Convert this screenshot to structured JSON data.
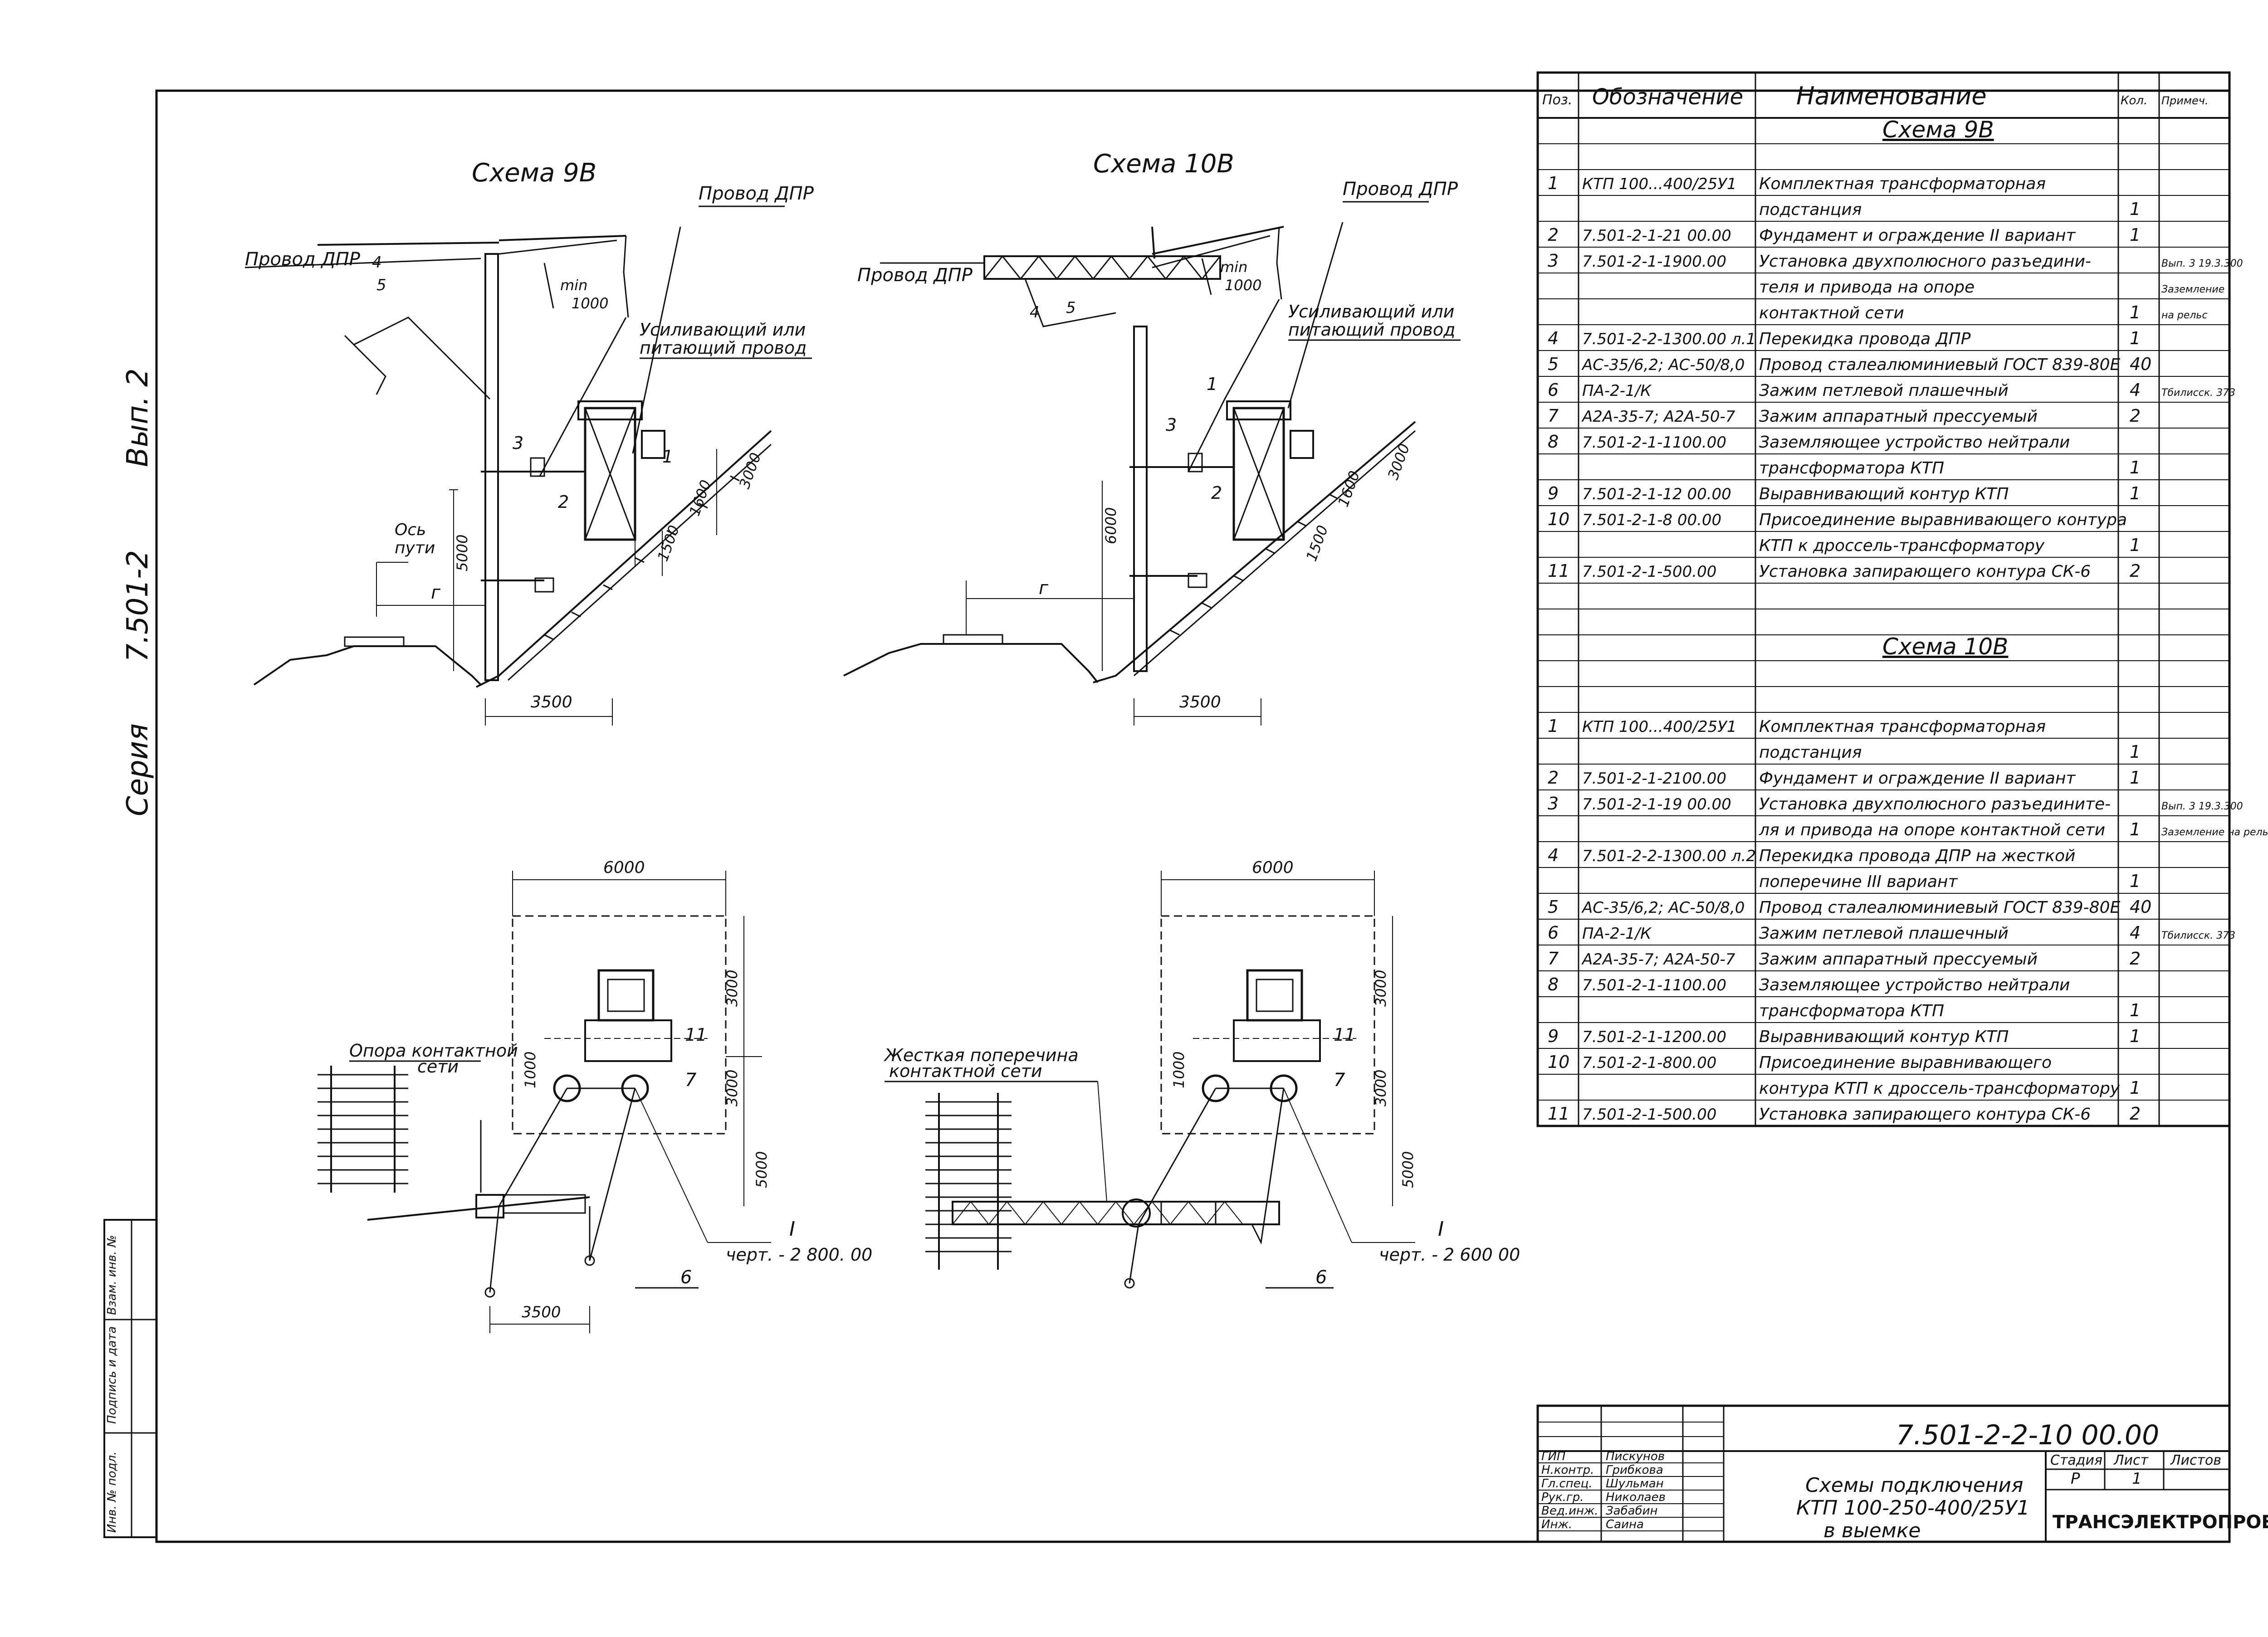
{
  "margin": {
    "series": "Серия",
    "series_no": "7.501-2",
    "issue": "Вып. 2"
  },
  "stamp_left": {
    "c1": "Инв. № подл.",
    "c2": "Подпись и дата",
    "c3": "Взам. инв. №"
  },
  "scheme9": {
    "title": "Схема 9В",
    "wire_dpr": "Провод ДПР",
    "wire_dpr_left": "Провод ДПР",
    "feeder_l1": "Усиливающий или",
    "feeder_l2": "питающий провод",
    "min_label": "min",
    "dim_1000": "1000",
    "track_axis_l1": "Ось",
    "track_axis_l2": "пути",
    "r": "г",
    "dim_3500": "3500",
    "dim_5000": "5000",
    "dim_1500": "1500",
    "dim_1600": "1600",
    "dim_3000": "3000",
    "n1": "1",
    "n2": "2",
    "n3": "3",
    "n4": "4",
    "n5": "5"
  },
  "scheme10": {
    "title": "Схема 10В",
    "wire_dpr": "Провод ДПР",
    "wire_dpr_left": "Провод ДПР",
    "feeder_l1": "Усиливающий или",
    "feeder_l2": "питающий провод",
    "min_label": "min",
    "dim_1000": "1000",
    "r": "г",
    "dim_3500": "3500",
    "dim_6000": "6000",
    "dim_1500": "1500",
    "dim_1600": "1600",
    "dim_3000": "3000",
    "n1": "1",
    "n2": "2",
    "n3": "3",
    "n4": "4",
    "n5": "5"
  },
  "plan9": {
    "dim_6000": "6000",
    "dim_3000a": "3000",
    "dim_3000b": "3000",
    "dim_5000": "5000",
    "dim_1000": "1000",
    "dim_3500": "3500",
    "support_l1": "Опора контактной",
    "support_l2": "сети",
    "n7": "7",
    "n11": "11",
    "n6": "6",
    "ref_roman": "I",
    "ref_drawing": "черт. - 2 800. 00"
  },
  "plan10": {
    "dim_6000": "6000",
    "dim_3000a": "3000",
    "dim_3000b": "3000",
    "dim_5000": "5000",
    "dim_1000": "1000",
    "beam_l1": "Жесткая поперечина",
    "beam_l2": "контактной сети",
    "n7": "7",
    "n11": "11",
    "n6": "6",
    "ref_roman": "I",
    "ref_drawing": "черт. - 2 600 00"
  },
  "spec": {
    "headers": {
      "pos": "Поз.",
      "code": "Обозначение",
      "name": "Наименование",
      "qty": "Кол.",
      "note": "Примеч."
    },
    "section9": "Схема 9В",
    "section10": "Схема 10В",
    "rows9": [
      {
        "pos": "1",
        "code": "КТП 100...400/25У1",
        "name": "Комплектная трансформаторная",
        "qty": "",
        "note": ""
      },
      {
        "pos": "",
        "code": "",
        "name": "подстанция",
        "qty": "1",
        "note": ""
      },
      {
        "pos": "2",
        "code": "7.501-2-1-21 00.00",
        "name": "Фундамент и ограждение II вариант",
        "qty": "1",
        "note": ""
      },
      {
        "pos": "3",
        "code": "7.501-2-1-1900.00",
        "name": "Установка двухполюсного разъедини-",
        "qty": "",
        "note": "Вып. 3 19.3.300"
      },
      {
        "pos": "",
        "code": "",
        "name": "теля и привода на опоре",
        "qty": "",
        "note": "Заземление"
      },
      {
        "pos": "",
        "code": "",
        "name": "контактной сети",
        "qty": "1",
        "note": "на рельс"
      },
      {
        "pos": "4",
        "code": "7.501-2-2-1300.00 л.1",
        "name": "Перекидка провода ДПР",
        "qty": "1",
        "note": ""
      },
      {
        "pos": "5",
        "code": "АС-35/6,2; АС-50/8,0",
        "name": "Провод сталеалюминиевый ГОСТ 839-80Е",
        "qty": "40",
        "note": ""
      },
      {
        "pos": "6",
        "code": "ПА-2-1/К",
        "name": "Зажим петлевой плашечный",
        "qty": "4",
        "note": "Тбилисск. 373"
      },
      {
        "pos": "7",
        "code": "А2А-35-7; А2А-50-7",
        "name": "Зажим аппаратный прессуемый",
        "qty": "2",
        "note": ""
      },
      {
        "pos": "8",
        "code": "7.501-2-1-1100.00",
        "name": "Заземляющее устройство нейтрали",
        "qty": "",
        "note": ""
      },
      {
        "pos": "",
        "code": "",
        "name": "трансформатора КТП",
        "qty": "1",
        "note": ""
      },
      {
        "pos": "9",
        "code": "7.501-2-1-12 00.00",
        "name": "Выравнивающий контур КТП",
        "qty": "1",
        "note": ""
      },
      {
        "pos": "10",
        "code": "7.501-2-1-8 00.00",
        "name": "Присоединение выравнивающего контура",
        "qty": "",
        "note": ""
      },
      {
        "pos": "",
        "code": "",
        "name": "КТП к дроссель-трансформатору",
        "qty": "1",
        "note": ""
      },
      {
        "pos": "11",
        "code": "7.501-2-1-500.00",
        "name": "Установка запирающего контура СК-6",
        "qty": "2",
        "note": ""
      }
    ],
    "rows10": [
      {
        "pos": "1",
        "code": "КТП 100...400/25У1",
        "name": "Комплектная трансформаторная",
        "qty": "",
        "note": ""
      },
      {
        "pos": "",
        "code": "",
        "name": "подстанция",
        "qty": "1",
        "note": ""
      },
      {
        "pos": "2",
        "code": "7.501-2-1-2100.00",
        "name": "Фундамент и ограждение II вариант",
        "qty": "1",
        "note": ""
      },
      {
        "pos": "3",
        "code": "7.501-2-1-19 00.00",
        "name": "Установка двухполюсного разъедините-",
        "qty": "",
        "note": "Вып. 3 19.3.300"
      },
      {
        "pos": "",
        "code": "",
        "name": "ля и привода на опоре контактной сети",
        "qty": "1",
        "note": "Заземление на рельс"
      },
      {
        "pos": "4",
        "code": "7.501-2-2-1300.00 л.2",
        "name": "Перекидка провода ДПР на жесткой",
        "qty": "",
        "note": ""
      },
      {
        "pos": "",
        "code": "",
        "name": "поперечине III вариант",
        "qty": "1",
        "note": ""
      },
      {
        "pos": "5",
        "code": "АС-35/6,2; АС-50/8,0",
        "name": "Провод сталеалюминиевый ГОСТ 839-80Е",
        "qty": "40",
        "note": ""
      },
      {
        "pos": "6",
        "code": "ПА-2-1/К",
        "name": "Зажим петлевой плашечный",
        "qty": "4",
        "note": "Тбилисск. 373"
      },
      {
        "pos": "7",
        "code": "А2А-35-7; А2А-50-7",
        "name": "Зажим аппаратный прессуемый",
        "qty": "2",
        "note": ""
      },
      {
        "pos": "8",
        "code": "7.501-2-1-1100.00",
        "name": "Заземляющее устройство нейтрали",
        "qty": "",
        "note": ""
      },
      {
        "pos": "",
        "code": "",
        "name": "трансформатора КТП",
        "qty": "1",
        "note": ""
      },
      {
        "pos": "9",
        "code": "7.501-2-1-1200.00",
        "name": "Выравнивающий контур КТП",
        "qty": "1",
        "note": ""
      },
      {
        "pos": "10",
        "code": "7.501-2-1-800.00",
        "name": "Присоединение выравнивающего",
        "qty": "",
        "note": ""
      },
      {
        "pos": "",
        "code": "",
        "name": "контура КТП к дроссель-трансформатору",
        "qty": "1",
        "note": ""
      },
      {
        "pos": "11",
        "code": "7.501-2-1-500.00",
        "name": "Установка запирающего контура СК-6",
        "qty": "2",
        "note": ""
      }
    ]
  },
  "title_block": {
    "doc_code": "7.501-2-2-10 00.00",
    "title_l1": "Схемы подключения",
    "title_l2": "КТП 100-250-400/25У1",
    "title_l3": "в выемке",
    "stage_label": "Стадия",
    "sheet_label": "Лист",
    "sheets_label": "Листов",
    "stage": "Р",
    "sheet": "1",
    "sheets": "",
    "org": "ТРАНСЭЛЕКТРОПРОЕКТ",
    "roles": [
      {
        "role": "ГИП",
        "name": "Пискунов"
      },
      {
        "role": "Н.контр.",
        "name": "Грибкова"
      },
      {
        "role": "Гл.спец.",
        "name": "Шульман"
      },
      {
        "role": "Рук.гр.",
        "name": "Николаев"
      },
      {
        "role": "Вед.инж.",
        "name": "Забабин"
      },
      {
        "role": "Инж.",
        "name": "Саина"
      }
    ]
  }
}
